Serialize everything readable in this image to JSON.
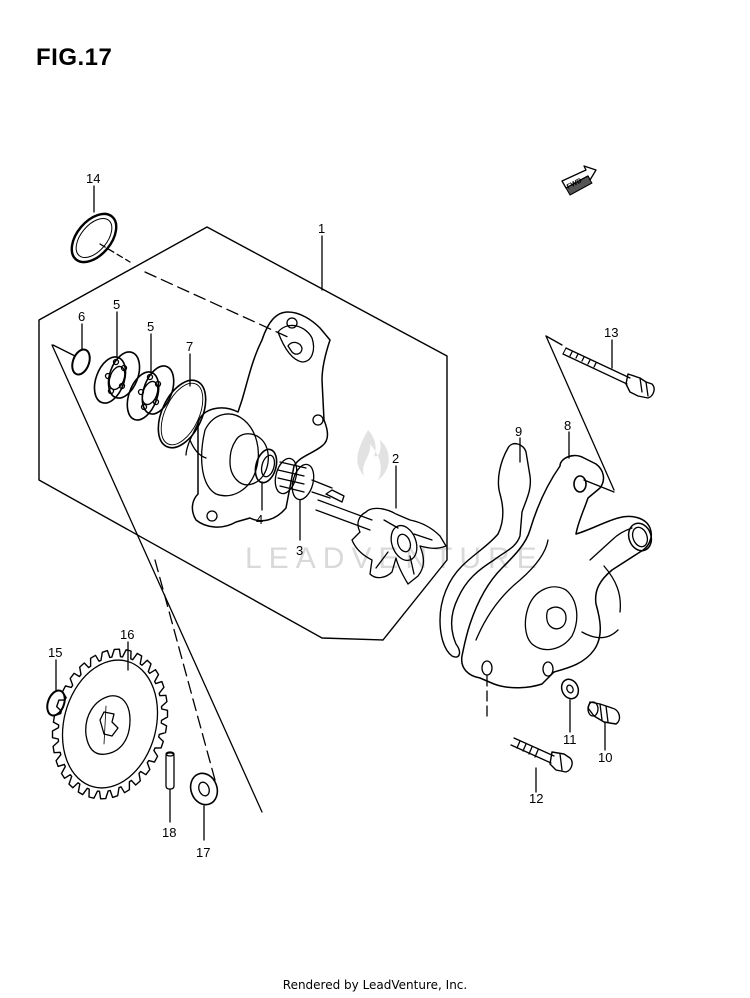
{
  "title": "FIG.17",
  "footer": "Rendered by LeadVenture, Inc.",
  "watermark": "LEADVENTURE",
  "fwd_arrow": "FWD",
  "callouts": {
    "c1": "1",
    "c2": "2",
    "c3": "3",
    "c4": "4",
    "c5a": "5",
    "c5b": "5",
    "c6": "6",
    "c7": "7",
    "c8": "8",
    "c9": "9",
    "c10": "10",
    "c11": "11",
    "c12": "12",
    "c13": "13",
    "c14": "14",
    "c15": "15",
    "c16": "16",
    "c17": "17",
    "c18": "18"
  }
}
